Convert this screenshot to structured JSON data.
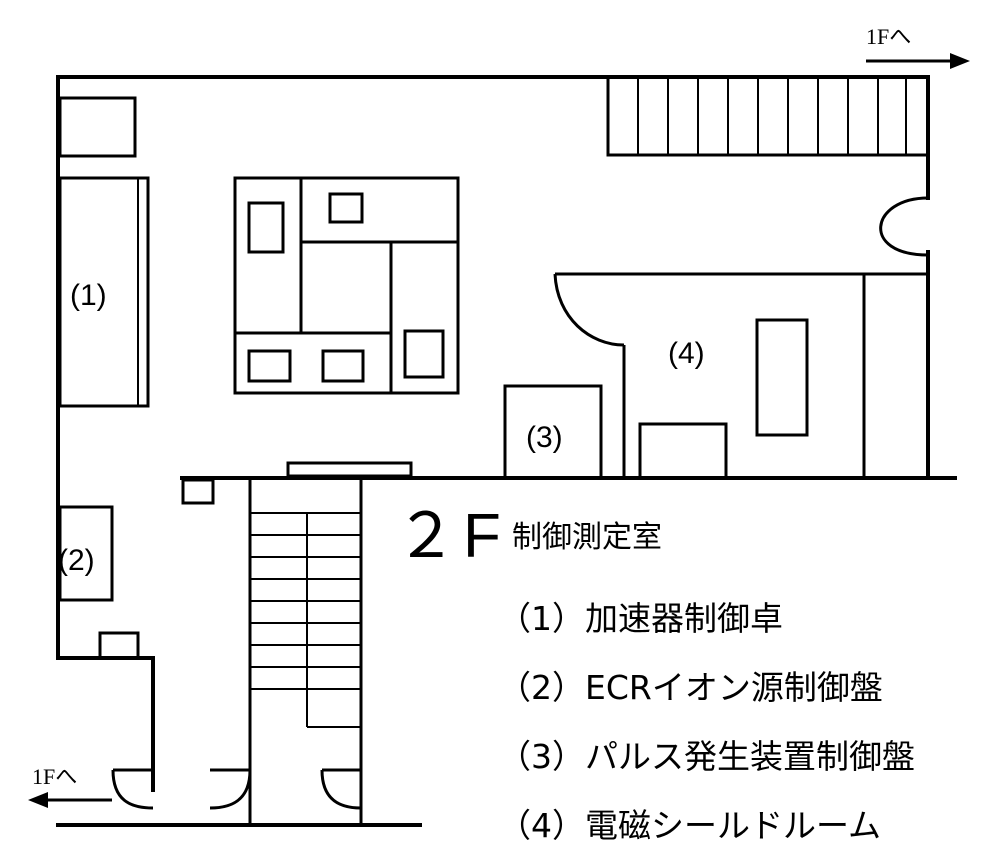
{
  "floor_label": "２",
  "floor_suffix": "F",
  "room_name": "制御測定室",
  "arrow_top_label": "1Fへ",
  "arrow_bottom_label": "1Fへ",
  "markers": [
    "(1)",
    "(2)",
    "(3)",
    "(4)"
  ],
  "legend": [
    "（1）加速器制御卓",
    "（2）ECRイオン源制御盤",
    "（3）パルス発生装置制御盤",
    "（4）電磁シールドルーム"
  ]
}
